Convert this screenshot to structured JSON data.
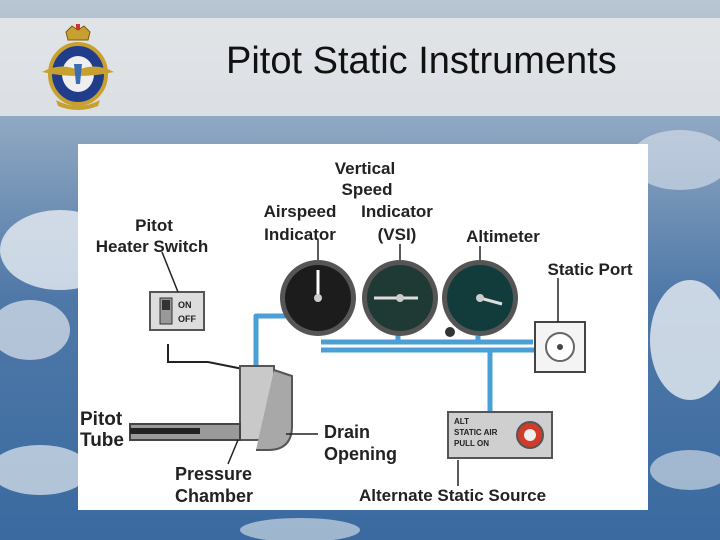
{
  "slide": {
    "title": "Pitot Static Instruments"
  },
  "diagram": {
    "labels": {
      "vsi_line1": "Vertical",
      "vsi_line2": "Speed",
      "vsi_line3": "Indicator",
      "vsi_line4": "(VSI)",
      "airspeed_line1": "Airspeed",
      "airspeed_line2": "Indicator",
      "altimeter": "Altimeter",
      "heater_line1": "Pitot",
      "heater_line2": "Heater Switch",
      "static_port": "Static Port",
      "pitot_line1": "Pitot",
      "pitot_line2": "Tube",
      "drain_line1": "Drain",
      "drain_line2": "Opening",
      "chamber_line1": "Pressure",
      "chamber_line2": "Chamber",
      "alternate": "Alternate Static Source",
      "switch_on": "ON",
      "switch_off": "OFF",
      "alt_line1": "ALT",
      "alt_line2": "STATIC AIR",
      "alt_line3": "PULL ON"
    },
    "colors": {
      "tube": "#4a9fd6",
      "gauge_face": "#1c1c1c",
      "vsi_face": "#1f3a34",
      "alt_face": "#123c3c",
      "knob_red": "#d23a2a"
    }
  }
}
